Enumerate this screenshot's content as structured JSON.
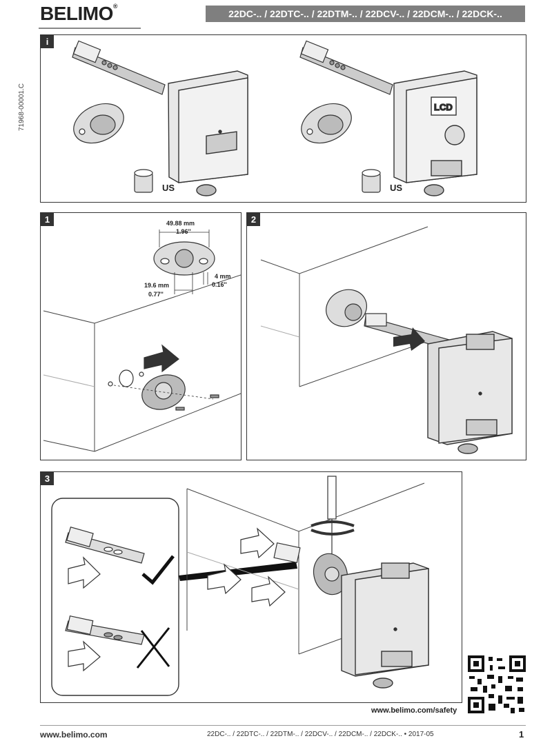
{
  "header": {
    "brand": "BELIMO",
    "models": "22DC-.. / 22DTC-.. / 22DTM-.. / 22DCV-.. / 22DCM-.. / 22DCK-..",
    "doc_code": "71968-00001.C"
  },
  "panels": {
    "info": {
      "step": "i",
      "us_left": "US",
      "us_right": "US",
      "lcd": "LCD"
    },
    "step1": {
      "step": "1",
      "dim_width_mm": "49.88 mm",
      "dim_width_in": "1.96''",
      "dim_hole_mm": "19.6 mm",
      "dim_hole_in": "0.77''",
      "dim_edge_mm": "4 mm",
      "dim_edge_in": "0.16''"
    },
    "step2": {
      "step": "2"
    },
    "step3": {
      "step": "3"
    }
  },
  "safety_url": "www.belimo.com/safety",
  "footer": {
    "website": "www.belimo.com",
    "center": "22DC-.. / 22DTC-.. / 22DTM-.. / 22DCV-.. / 22DCM-.. / 22DCK-.. • 2017-05",
    "page": "1"
  }
}
